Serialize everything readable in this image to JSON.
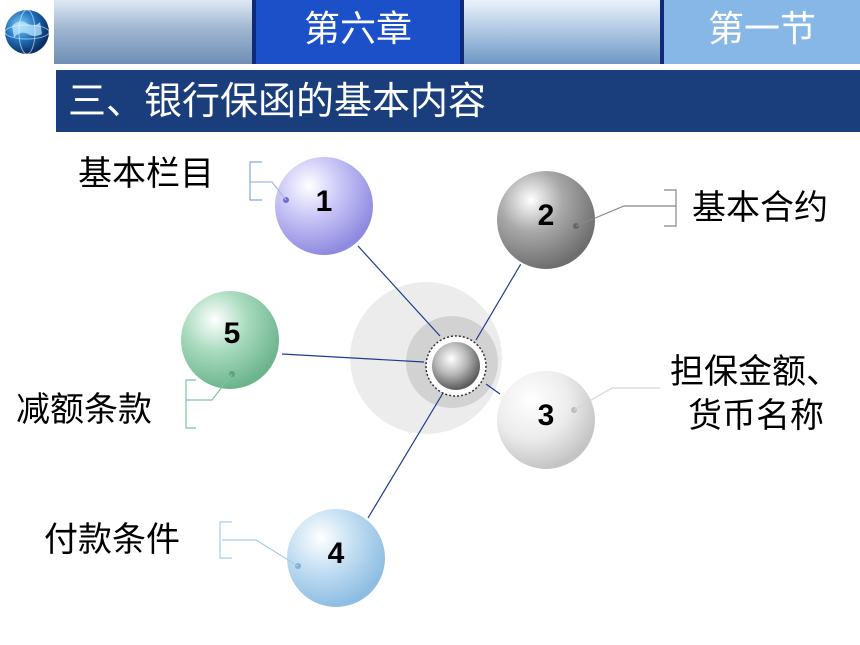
{
  "header": {
    "chapter": "第六章",
    "section": "第一节"
  },
  "slide": {
    "title": "三、银行保函的基本内容"
  },
  "diagram": {
    "nodes": [
      {
        "id": "1",
        "label": "基本栏目",
        "color": "#b9b5f2"
      },
      {
        "id": "2",
        "label": "基本合约",
        "color": "#9a9a9a"
      },
      {
        "id": "3",
        "label_line1": "担保金额、",
        "label_line2": "货币名称",
        "color": "#e3e3e3"
      },
      {
        "id": "4",
        "label": "付款条件",
        "color": "#b9d8ef"
      },
      {
        "id": "5",
        "label": "减额条款",
        "color": "#9fd3b6"
      }
    ]
  }
}
